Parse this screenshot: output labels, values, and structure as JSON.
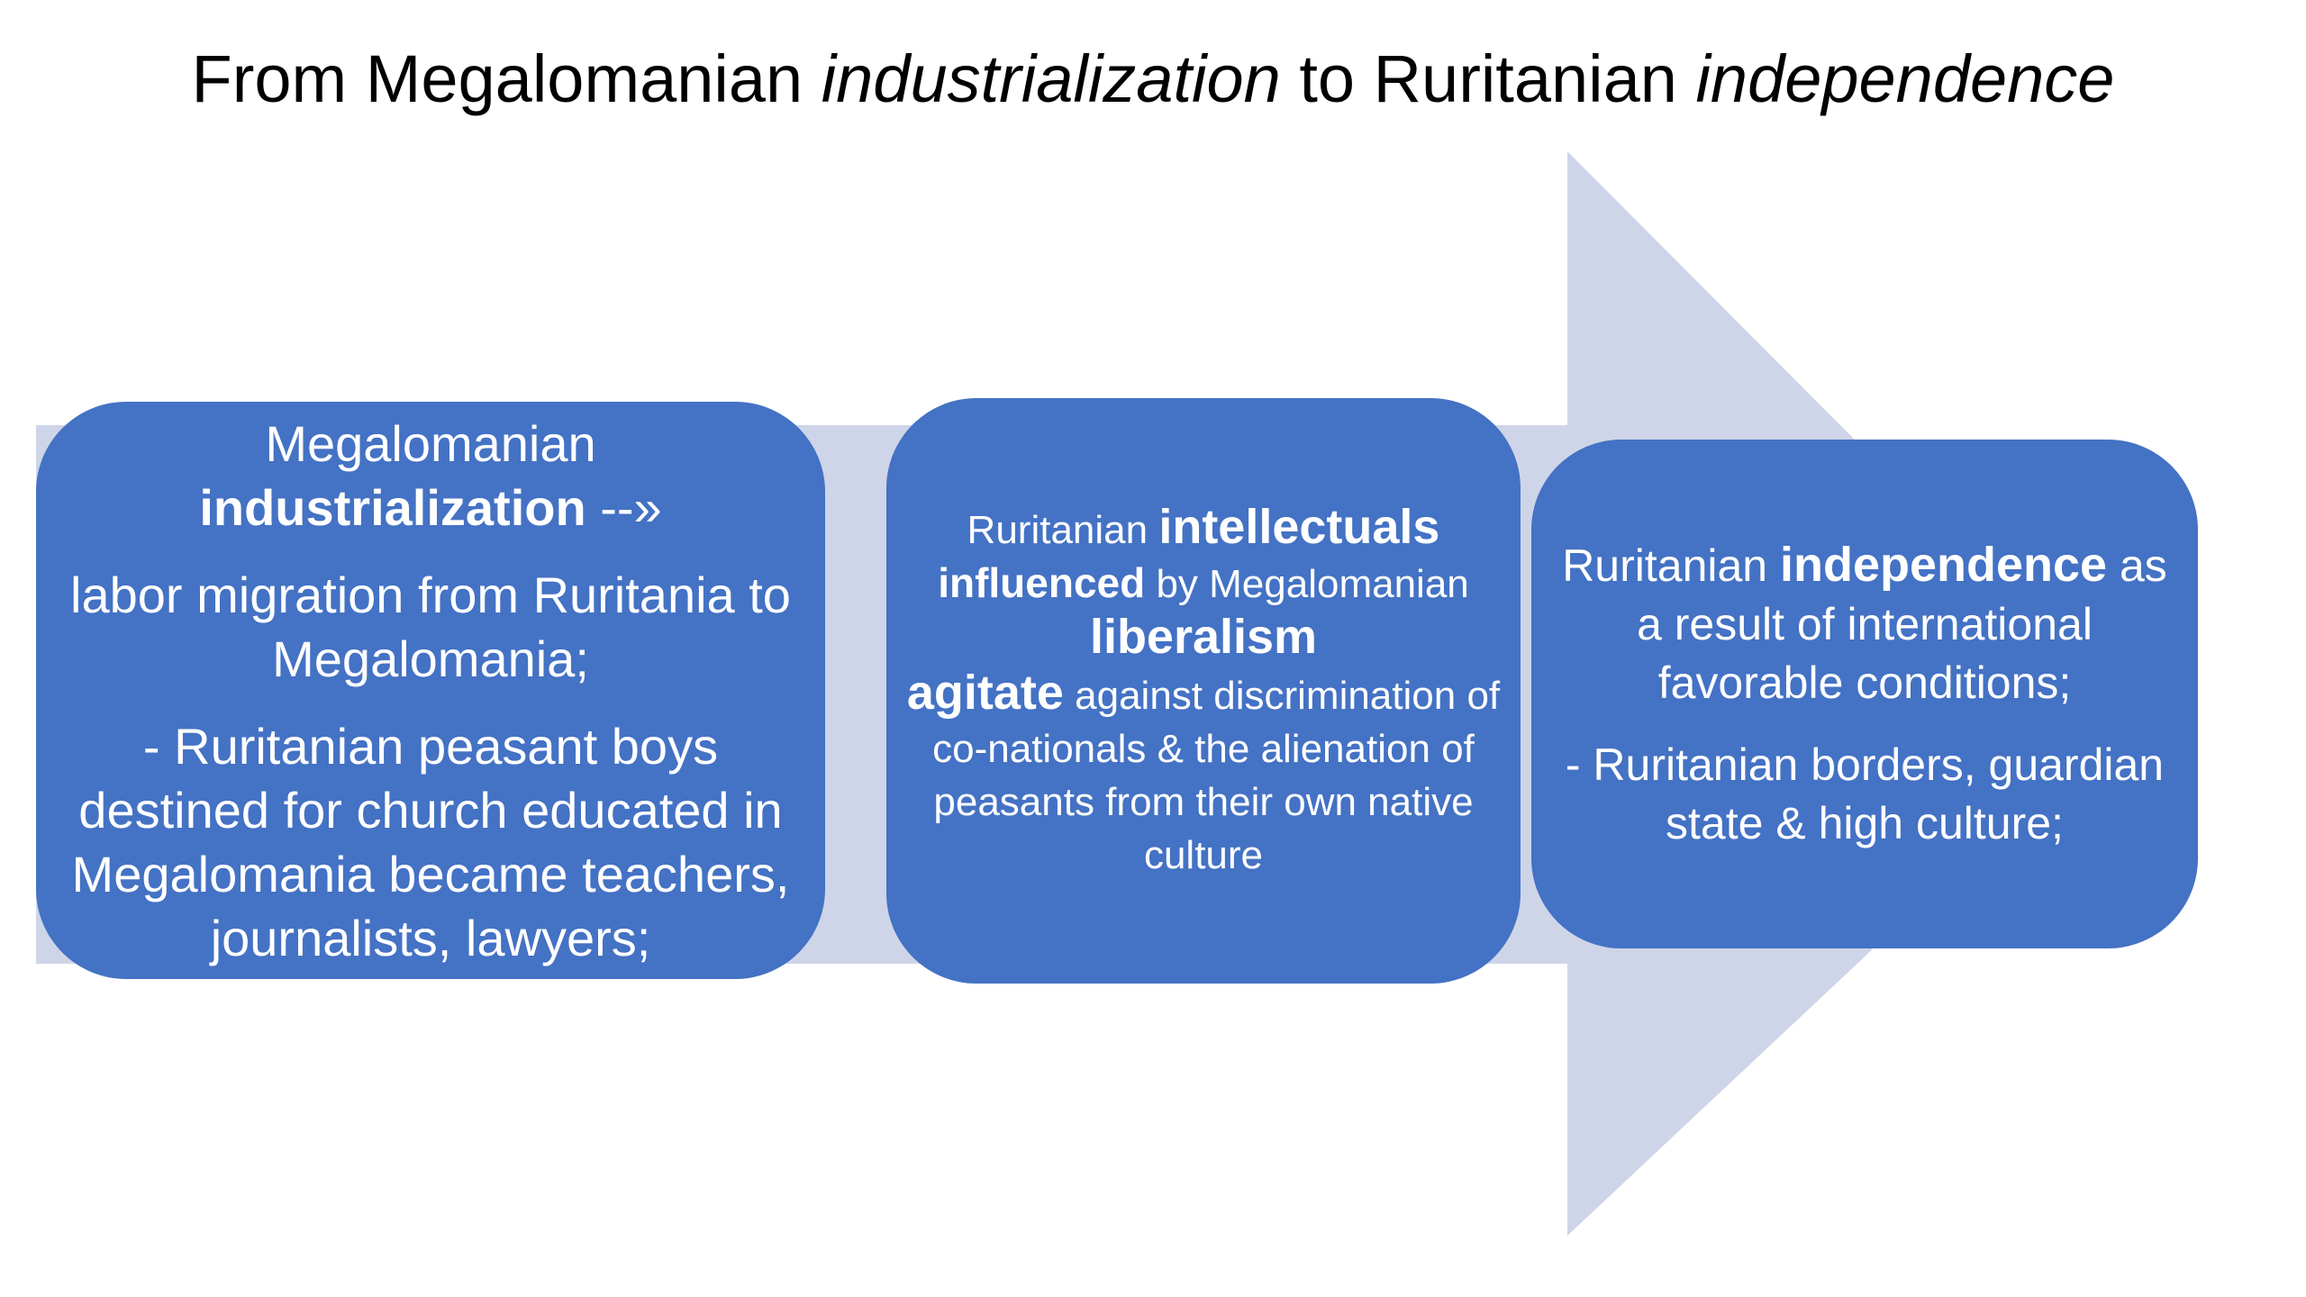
{
  "title": {
    "part1": "From Megalomanian ",
    "part2": "industrialization",
    "part3": " to Ruritanian ",
    "part4": "independence"
  },
  "colors": {
    "box_fill": "#4472c4",
    "arrow_fill": "#cfd5e8",
    "text": "#ffffff"
  },
  "steps": [
    {
      "line1": "Megalomanian",
      "line2_bold": "industrialization",
      "line2_rest": " --»",
      "para2": "labor migration from Ruritania to Megalomania;",
      "para3": "- Ruritanian peasant boys destined for church educated in Megalomania became teachers, journalists, lawyers;"
    },
    {
      "t1": "Ruritanian ",
      "t2_bold": "intellectuals",
      "t3_bold": "influenced",
      "t4": " by Megalomanian ",
      "t5_bold": "liberalism",
      "t6_bold": "agitate",
      "t7": " against discrimination of co-nationals & the alienation of peasants from their own native culture"
    },
    {
      "t1": "Ruritanian ",
      "t2_bold": "independence",
      "t3": " as a result of international favorable conditions;",
      "para2": "- Ruritanian borders, guardian state & high culture;"
    }
  ]
}
